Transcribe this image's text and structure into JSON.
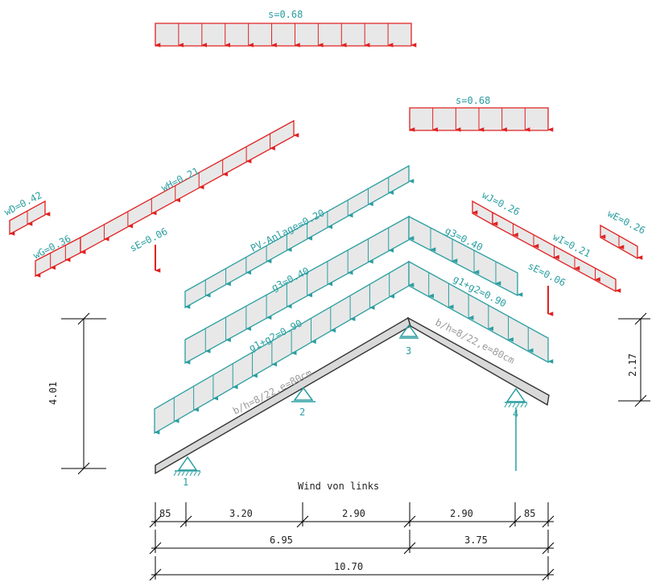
{
  "colors": {
    "snow_wind": "#e02020",
    "dead_load": "#2a9ea0",
    "load_fill": "#e8e8e8",
    "beam_fill": "#d9d9d9",
    "support": "#2a9ea0",
    "dimension": "#000000"
  },
  "title": "Wind von links",
  "snow_loads": [
    {
      "id": "s-top",
      "label": "s=0.68"
    },
    {
      "id": "s-right",
      "label": "s=0.68"
    }
  ],
  "wind_loads": [
    {
      "id": "wD",
      "label": "wD=0.42"
    },
    {
      "id": "wG",
      "label": "wG=0.36"
    },
    {
      "id": "wH",
      "label": "wH=0.21"
    },
    {
      "id": "wJ",
      "label": "wJ=0.26"
    },
    {
      "id": "wI",
      "label": "wI=0.21"
    },
    {
      "id": "wE",
      "label": "wE=0.26"
    }
  ],
  "point_loads": [
    {
      "id": "sE-left",
      "label": "sE=0.06"
    },
    {
      "id": "sE-right",
      "label": "sE=0.06"
    }
  ],
  "dead_loads": [
    {
      "id": "pv",
      "label": "PV-Anlage=0.20"
    },
    {
      "id": "g3-left",
      "label": "g3=0.40"
    },
    {
      "id": "g3-right",
      "label": "g3=0.40"
    },
    {
      "id": "g12-left",
      "label": "g1+g2=0.90"
    },
    {
      "id": "g12-right",
      "label": "g1+g2=0.90"
    }
  ],
  "beams": [
    {
      "id": "left",
      "label": "b/h=8/22,e=80cm"
    },
    {
      "id": "right",
      "label": "b/h=8/22,e=80cm"
    }
  ],
  "supports": [
    {
      "id": "1",
      "label": "1"
    },
    {
      "id": "2",
      "label": "2"
    },
    {
      "id": "3",
      "label": "3"
    },
    {
      "id": "4",
      "label": "4"
    }
  ],
  "dimensions": {
    "height_left": "4.01",
    "height_right": "2.17",
    "row1": [
      "85",
      "3.20",
      "2.90",
      "2.90",
      "85"
    ],
    "row2": [
      "6.95",
      "3.75"
    ],
    "row3": [
      "10.70"
    ]
  }
}
